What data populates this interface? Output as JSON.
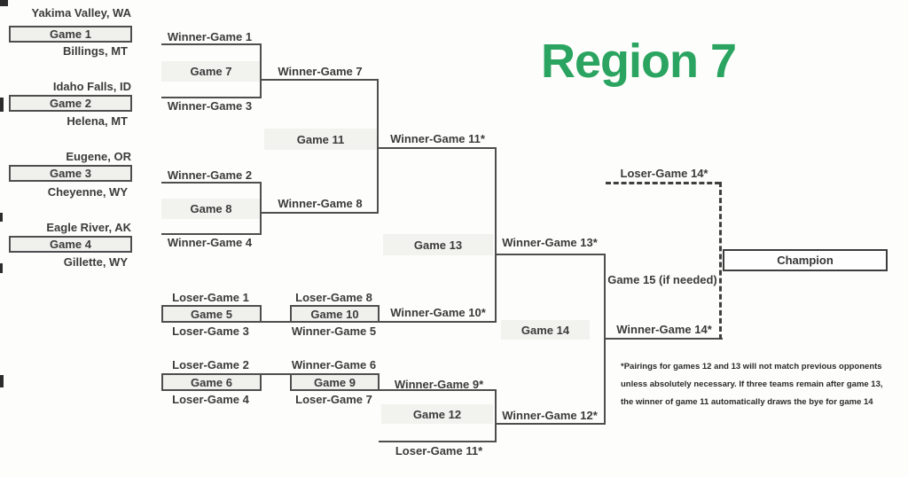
{
  "title": "Region 7",
  "colors": {
    "accent_green": "#2aa460",
    "line_gray": "#4e4e4e",
    "box_fill": "#f0f0ed"
  },
  "round1": [
    {
      "top_team": "Yakima Valley, WA",
      "game": "Game 1",
      "bottom_team": "Billings, MT"
    },
    {
      "top_team": "Idaho Falls, ID",
      "game": "Game 2",
      "bottom_team": "Helena, MT"
    },
    {
      "top_team": "Eugene, OR",
      "game": "Game 3",
      "bottom_team": "Cheyenne, WY"
    },
    {
      "top_team": "Eagle River, AK",
      "game": "Game 4",
      "bottom_team": "Gillette, WY"
    }
  ],
  "bracket": {
    "game7": {
      "top": "Winner-Game 1",
      "label": "Game 7",
      "bottom": "Winner-Game 3",
      "winner": "Winner-Game 7"
    },
    "game8": {
      "top": "Winner-Game 2",
      "label": "Game 8",
      "bottom": "Winner-Game 4",
      "winner": "Winner-Game 8"
    },
    "game11": {
      "label": "Game 11",
      "winner": "Winner-Game 11*"
    },
    "game13": {
      "label": "Game 13",
      "winner": "Winner-Game 13*"
    },
    "game5": {
      "top": "Loser-Game 1",
      "label": "Game 5",
      "bottom": "Loser-Game 3"
    },
    "game10": {
      "top": "Loser-Game 8",
      "label": "Game 10",
      "bottom": "Winner-Game 5",
      "winner": "Winner-Game 10*"
    },
    "game6": {
      "top": "Loser-Game 2",
      "label": "Game 6",
      "bottom": "Loser-Game 4"
    },
    "game9": {
      "top": "Winner-Game 6",
      "label": "Game 9",
      "bottom": "Loser-Game 7",
      "winner": "Winner-Game 9*"
    },
    "game12": {
      "label": "Game 12",
      "bottom": "Loser-Game 11*",
      "winner": "Winner-Game 12*"
    },
    "game14": {
      "label": "Game 14",
      "winner": "Winner-Game 14*"
    },
    "game15": {
      "top": "Loser-Game 14*",
      "label": "Game 15 (if needed)"
    }
  },
  "final": {
    "champion": "Champion"
  },
  "footnote": {
    "line1": "*Pairings for games 12 and 13 will not match previous opponents",
    "line2": "unless absolutely necessary. If three teams remain after game 13,",
    "line3": "the winner of game 11 automatically draws the bye for game 14"
  }
}
